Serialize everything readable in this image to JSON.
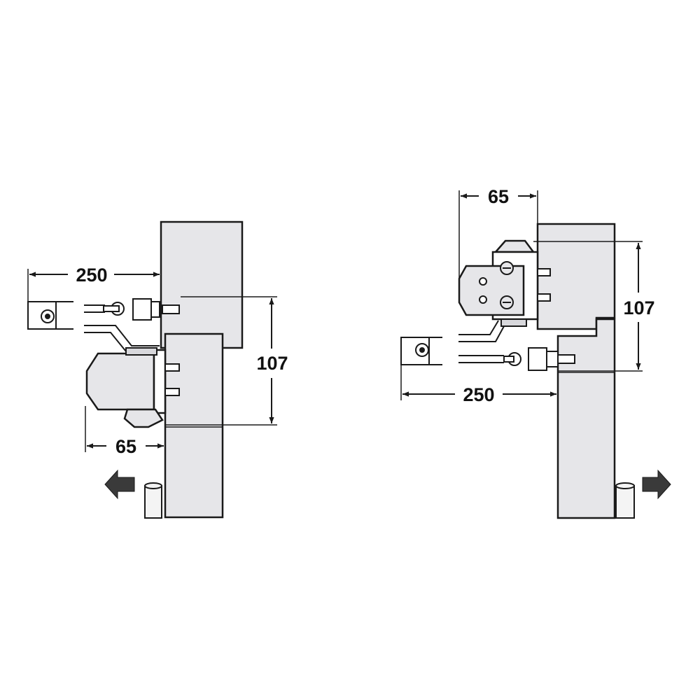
{
  "colors": {
    "background": "#ffffff",
    "line": "#1a1a1a",
    "frame_fill": "#e6e6e9",
    "arrow_fill": "#3a3a3a"
  },
  "left_view": {
    "dim_arm_length": "250",
    "dim_height": "107",
    "dim_body_depth": "65",
    "direction_arrow": "arrow-left-icon"
  },
  "right_view": {
    "dim_arm_length": "250",
    "dim_height": "107",
    "dim_body_depth": "65",
    "direction_arrow": "arrow-right-icon"
  }
}
